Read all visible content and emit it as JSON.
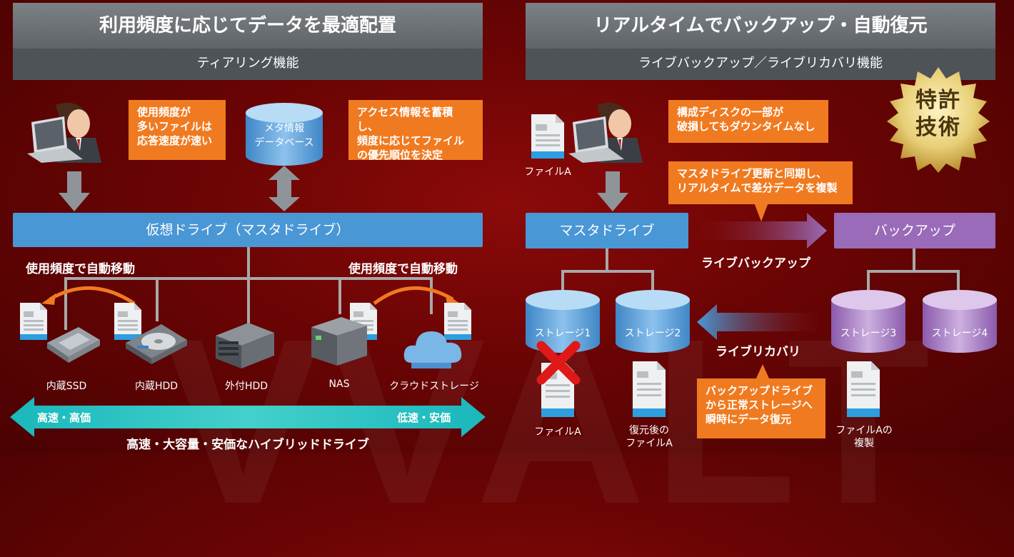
{
  "left": {
    "title": "利用頻度に応じてデータを最適配置",
    "subtitle": "ティアリング機能",
    "bubble1": [
      "使用頻度が",
      "多いファイルは",
      "応答速度が速い"
    ],
    "bubble2": [
      "アクセス情報を蓄積し、",
      "頻度に応じてファイル",
      "の優先順位を決定"
    ],
    "db": [
      "メタ情報",
      "データベース"
    ],
    "virtual_drive": "仮想ドライブ（マスタドライブ）",
    "auto_move_left": "使用頻度で自動移動",
    "auto_move_right": "使用頻度で自動移動",
    "devices": [
      "内蔵SSD",
      "内蔵HDD",
      "外付HDD",
      "NAS",
      "クラウドストレージ"
    ],
    "speed_left": "高速・高価",
    "speed_right": "低速・安価",
    "hybrid": "高速・大容量・安価なハイブリッドドライブ"
  },
  "right": {
    "title": "リアルタイムでバックアップ・自動復元",
    "subtitle": "ライブバックアップ／ライブリカバリ機能",
    "patent": [
      "特許",
      "技術"
    ],
    "file_a": "ファイルA",
    "bubble1": [
      "構成ディスクの一部が",
      "破損してもダウンタイムなし"
    ],
    "bubble2": [
      "マスタドライブ更新と同期し、",
      "リアルタイムで差分データを複製"
    ],
    "master": "マスタドライブ",
    "backup": "バックアップ",
    "live_backup": "ライブバックアップ",
    "live_recovery": "ライブリカバリ",
    "storages": [
      "ストレージ1",
      "ストレージ2",
      "ストレージ3",
      "ストレージ4"
    ],
    "bottom_file1": "ファイルA",
    "bottom_file2": [
      "復元後の",
      "ファイルA"
    ],
    "bubble3": [
      "バックアップドライブ",
      "から正常ストレージへ",
      "瞬時にデータ復元"
    ],
    "bottom_file3": [
      "ファイルAの",
      "複製"
    ]
  },
  "colors": {
    "accent_orange": "#f07a20",
    "blue": "#4a97d6",
    "purple": "#9a6bb8",
    "teal": "#2ec4c4"
  }
}
